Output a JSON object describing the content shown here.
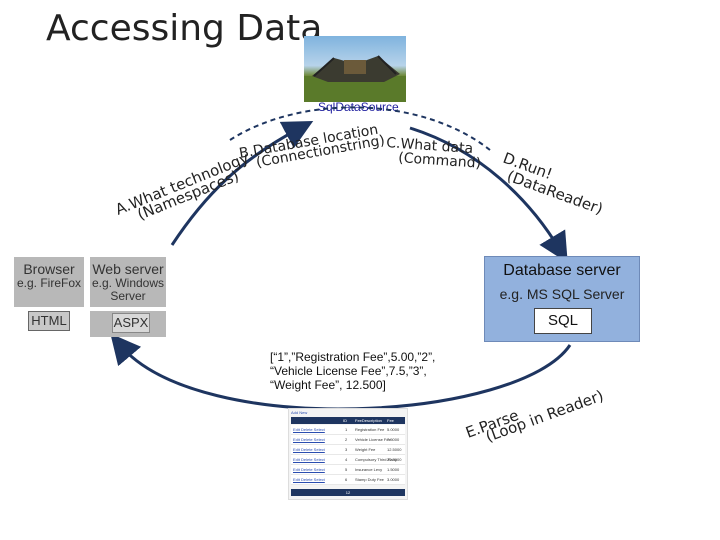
{
  "title": "Accessing Data",
  "sqldatasource_label": "SqlDataSource",
  "arc_labels": {
    "a_line1": "A.What technology",
    "a_line2": "(Namespaces)",
    "b_line1": "B.Database location",
    "b_line2": "(Connectionstring)",
    "c_line1": "C.What data",
    "c_line2": "(Command)",
    "d_line1": "D.Run!",
    "d_line2": "(DataReader)",
    "e_line1": "E.Parse",
    "e_line2": "(Loop in Reader)"
  },
  "browser": {
    "title": "Browser",
    "sub": "e.g. FireFox",
    "tag": "HTML"
  },
  "webserver": {
    "title": "Web server",
    "sub_line1": "e.g. Windows",
    "sub_line2": "Server",
    "tag": "ASPX"
  },
  "dbserver": {
    "title": "Database server",
    "sub": "e.g. MS SQL Server",
    "tag": "SQL"
  },
  "result_text": {
    "line1": "[“1”,”Registration Fee”,5.00,”2”,",
    "line2": "“Vehicle License Fee”,7.5,”3”,",
    "line3": "“Weight Fee”, 12.500]"
  },
  "result_table": {
    "top_link": "Add New",
    "headers": [
      "ID",
      "FeeDescription",
      "Fee"
    ],
    "rows": [
      {
        "actions": "Edit Delete Select",
        "id": "1",
        "desc": "Registration Fee",
        "fee": "5.0000"
      },
      {
        "actions": "Edit Delete Select",
        "id": "2",
        "desc": "Vehicle License Fee",
        "fee": "7.5000"
      },
      {
        "actions": "Edit Delete Select",
        "id": "3",
        "desc": "Weight Fee",
        "fee": "12.5000"
      },
      {
        "actions": "Edit Delete Select",
        "id": "4",
        "desc": "Compulsory Third Party",
        "fee": "22.5000"
      },
      {
        "actions": "Edit Delete Select",
        "id": "5",
        "desc": "Insurance Levy",
        "fee": "1.5000"
      },
      {
        "actions": "Edit Delete Select",
        "id": "6",
        "desc": "Stamp Duty Fee",
        "fee": "3.0000"
      }
    ],
    "footer": "12"
  }
}
